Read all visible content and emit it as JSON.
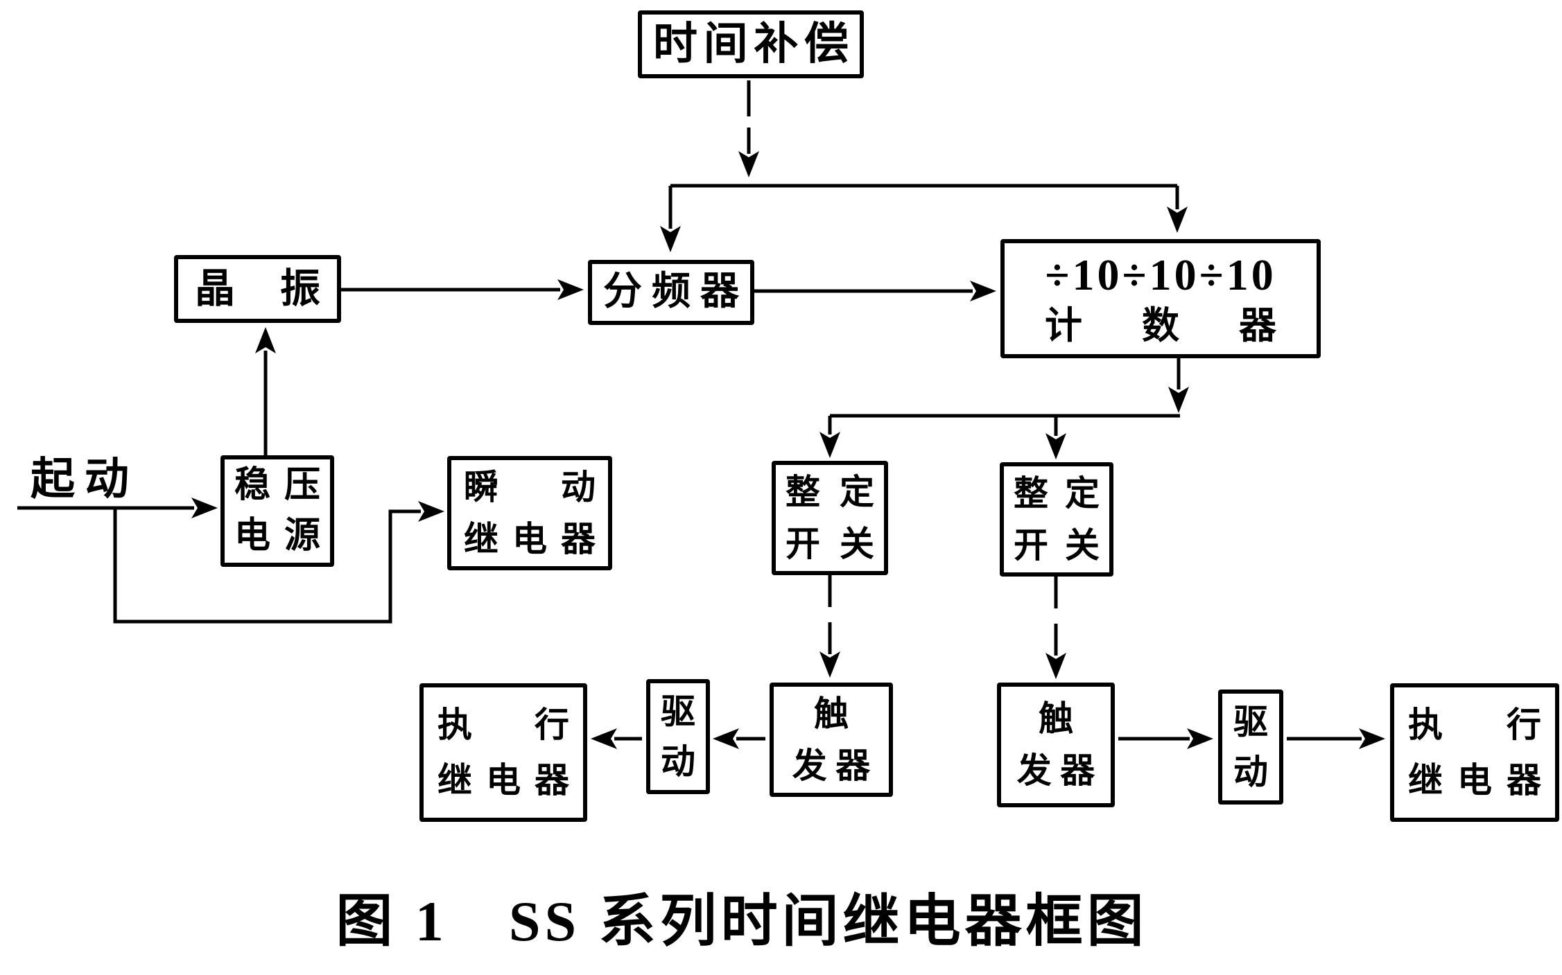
{
  "colors": {
    "ink": "#000000",
    "paper": "#ffffff"
  },
  "labels": {
    "start": "起动"
  },
  "caption": "图 1　SS 系列时间继电器框图",
  "nodes": {
    "time_compensation": {
      "name": "时间补偿",
      "line1": "时间补偿"
    },
    "crystal_oscillator": {
      "name": "晶振",
      "line1": "晶振"
    },
    "frequency_divider": {
      "name": "分频器",
      "line1": "分频器"
    },
    "counter": {
      "name": "÷10÷10÷10 计数器",
      "line1": "÷10÷10÷10",
      "line2": "计数器"
    },
    "voltage_regulator": {
      "name": "稳压电源",
      "line1": "稳压",
      "line2": "电源"
    },
    "instant_relay": {
      "name": "瞬动继电器",
      "line1": "瞬动",
      "line2": "继电器"
    },
    "setting_switch_left": {
      "name": "整定开关",
      "line1": "整定",
      "line2": "开关"
    },
    "setting_switch_right": {
      "name": "整定开关",
      "line1": "整定",
      "line2": "开关"
    },
    "trigger_left": {
      "name": "触发器",
      "line1": "触",
      "line2": "发 器"
    },
    "trigger_right": {
      "name": "触发器",
      "line1": "触",
      "line2": "发 器"
    },
    "driver_left": {
      "name": "驱动",
      "line1": "驱",
      "line2": "动"
    },
    "driver_right": {
      "name": "驱动",
      "line1": "驱",
      "line2": "动"
    },
    "exec_relay_left": {
      "name": "执行继电器",
      "line1": "执行",
      "line2": "继电器"
    },
    "exec_relay_right": {
      "name": "执行继电器",
      "line1": "执行",
      "line2": "继电器"
    }
  },
  "edges": [
    {
      "from": "时间补偿",
      "to": "分频器",
      "style": "dashed"
    },
    {
      "from": "时间补偿",
      "to": "÷10÷10÷10 计数器",
      "style": "dashed"
    },
    {
      "from": "晶振",
      "to": "分频器",
      "style": "solid"
    },
    {
      "from": "分频器",
      "to": "÷10÷10÷10 计数器",
      "style": "solid"
    },
    {
      "from": "÷10÷10÷10 计数器",
      "to": "整定开关(左)",
      "style": "solid"
    },
    {
      "from": "÷10÷10÷10 计数器",
      "to": "整定开关(右)",
      "style": "solid"
    },
    {
      "from": "起动",
      "to": "稳压电源",
      "style": "solid"
    },
    {
      "from": "起动",
      "to": "瞬动继电器",
      "style": "solid"
    },
    {
      "from": "稳压电源",
      "to": "晶振",
      "style": "solid"
    },
    {
      "from": "整定开关(左)",
      "to": "触发器(左)",
      "style": "dashed"
    },
    {
      "from": "整定开关(右)",
      "to": "触发器(右)",
      "style": "dashed"
    },
    {
      "from": "触发器(左)",
      "to": "驱动(左)",
      "style": "solid"
    },
    {
      "from": "驱动(左)",
      "to": "执行继电器(左)",
      "style": "solid"
    },
    {
      "from": "触发器(右)",
      "to": "驱动(右)",
      "style": "solid"
    },
    {
      "from": "驱动(右)",
      "to": "执行继电器(右)",
      "style": "solid"
    }
  ]
}
